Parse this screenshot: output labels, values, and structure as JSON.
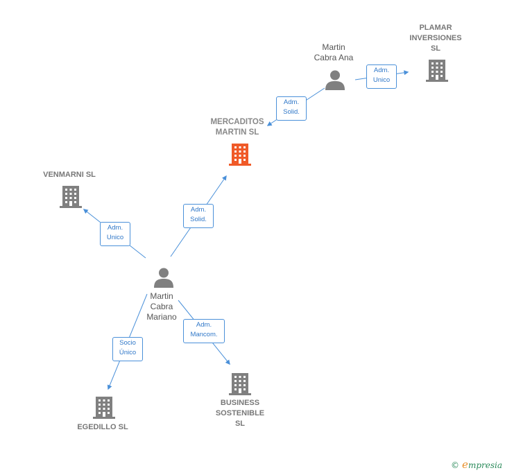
{
  "nodes": {
    "plamar": {
      "label": "PLAMAR\nINVERSIONES\nSL"
    },
    "martin_ana": {
      "label": "Martin\nCabra Ana"
    },
    "mercaditos": {
      "label": "MERCADITOS\nMARTIN  SL"
    },
    "venmarni": {
      "label": "VENMARNI  SL"
    },
    "martin_mariano": {
      "label": "Martin\nCabra\nMariano"
    },
    "egedillo": {
      "label": "EGEDILLO SL"
    },
    "business": {
      "label": "BUSINESS\nSOSTENIBLE\nSL"
    }
  },
  "edges": {
    "ana_plamar": "Adm.\nUnico",
    "ana_mercaditos": "Adm.\nSolid.",
    "mariano_mercaditos": "Adm.\nSolid.",
    "mariano_venmarni": "Adm.\nUnico",
    "mariano_egedillo": "Socio\nÚnico",
    "mariano_business": "Adm.\nMancom."
  },
  "colors": {
    "company": "#808080",
    "focus_company": "#f05a28",
    "person": "#808080",
    "edge": "#4a90d9"
  },
  "icons": {
    "company": "building-icon",
    "person": "person-icon"
  },
  "brand": {
    "copyright": "©",
    "name": "mpresia",
    "initial": "e"
  }
}
